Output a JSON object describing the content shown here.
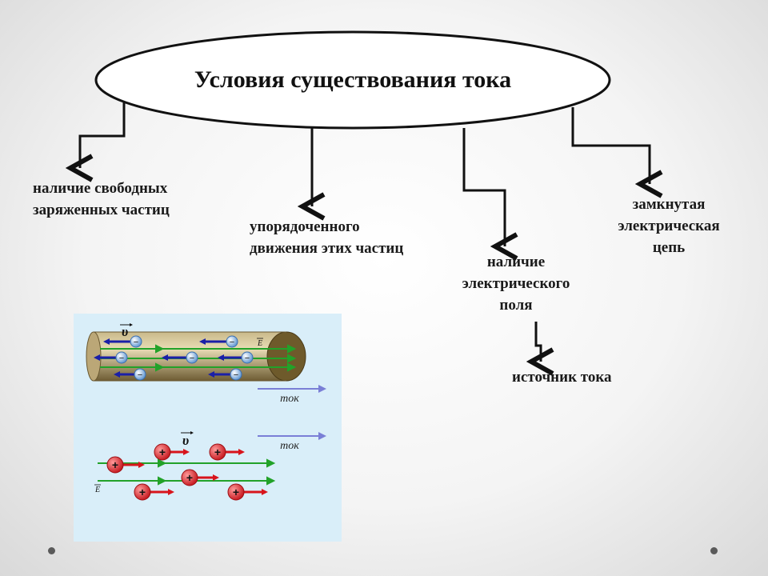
{
  "title": "Условия существования тока",
  "conditions": [
    {
      "id": "free-charges",
      "lines": [
        "наличие свободных",
        "заряженных частиц"
      ]
    },
    {
      "id": "ordered-motion",
      "lines": [
        "упорядоченного",
        "движения этих частиц"
      ]
    },
    {
      "id": "electric-field",
      "lines": [
        "наличие",
        "электрического",
        "поля"
      ]
    },
    {
      "id": "closed-circuit",
      "lines": [
        "замкнутая",
        "электрическая",
        "цепь"
      ]
    }
  ],
  "sub_condition": {
    "label": "источник тока"
  },
  "illustration": {
    "velocity_symbol": "υ",
    "field_symbol": "E",
    "current_label": "ток",
    "electron_sign": "−",
    "proton_sign": "+",
    "colors": {
      "panel": "#d9eef9",
      "conductor": "#9b8a5a",
      "field_line": "#22a229",
      "electron": "#7fb2e3",
      "electron_arrow": "#1a1fa8",
      "proton": "#e0272d",
      "proton_arrow": "#d8141c",
      "current_arrow": "#7a7fd6"
    }
  }
}
